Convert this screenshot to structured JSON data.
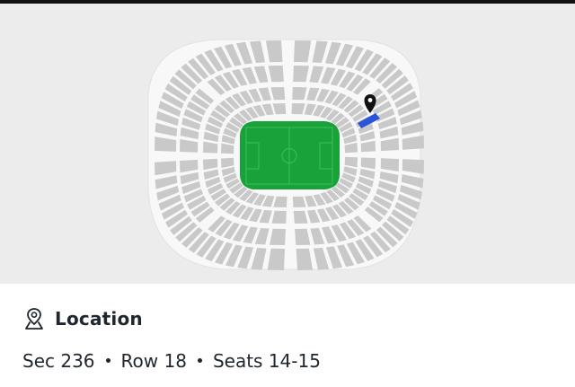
{
  "colors": {
    "map_background": "#ececec",
    "stadium_outer": "#f8f8f8",
    "section_fill": "#c9c9c9",
    "pitch_green": "#1aa23a",
    "pitch_lines": "#3cbf5a",
    "selected_section": "#2a55d8",
    "pin": "#111111",
    "text": "#1f262d"
  },
  "map": {
    "selected_section_icon": "map-pin-icon"
  },
  "location": {
    "icon": "location-pin-icon",
    "title": "Location"
  },
  "seat_info": {
    "section": "Sec 236",
    "row": "Row 18",
    "seats": "Seats 14-15"
  }
}
